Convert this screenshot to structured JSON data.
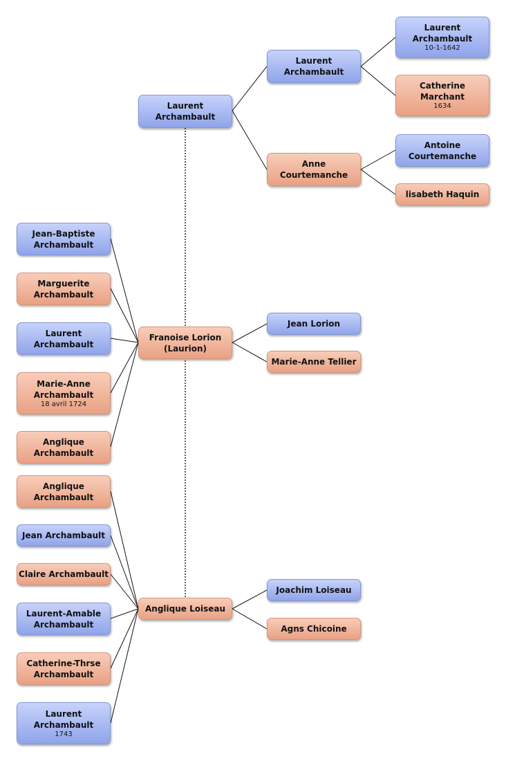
{
  "colors": {
    "male": "#9fb2f0",
    "female": "#efb296",
    "line": "#111111"
  },
  "tree": {
    "root": {
      "name": "Laurent\nArchambault",
      "sex": "m"
    },
    "father": {
      "name": "Laurent\nArchambault",
      "sex": "m"
    },
    "mother": {
      "name": "Anne\nCourtemanche",
      "sex": "f"
    },
    "paternal_grandfather": {
      "name": "Laurent\nArchambault",
      "date": "10-1-1642",
      "sex": "m"
    },
    "paternal_grandmother": {
      "name": "Catherine\nMarchant",
      "date": "1634",
      "sex": "f"
    },
    "maternal_grandfather": {
      "name": "Antoine\nCourtemanche",
      "sex": "m"
    },
    "maternal_grandmother": {
      "name": "lisabeth Haquin",
      "sex": "f"
    }
  },
  "spouse1": {
    "name": "Franoise Lorion\n(Laurion)",
    "sex": "f",
    "father": {
      "name": "Jean Lorion",
      "sex": "m"
    },
    "mother": {
      "name": "Marie-Anne Tellier",
      "sex": "f"
    },
    "children": [
      {
        "name": "Jean-Baptiste\nArchambault",
        "sex": "m"
      },
      {
        "name": "Marguerite\nArchambault",
        "sex": "f"
      },
      {
        "name": "Laurent\nArchambault",
        "sex": "m"
      },
      {
        "name": "Marie-Anne\nArchambault",
        "date": "18 avril 1724",
        "sex": "f"
      },
      {
        "name": "Anglique\nArchambault",
        "sex": "f"
      }
    ]
  },
  "spouse2": {
    "name": "Anglique Loiseau",
    "sex": "f",
    "father": {
      "name": "Joachim Loiseau",
      "sex": "m"
    },
    "mother": {
      "name": "Agns Chicoine",
      "sex": "f"
    },
    "children": [
      {
        "name": "Anglique\nArchambault",
        "sex": "f"
      },
      {
        "name": "Jean Archambault",
        "sex": "m"
      },
      {
        "name": "Claire Archambault",
        "sex": "f"
      },
      {
        "name": "Laurent-Amable\nArchambault",
        "sex": "m"
      },
      {
        "name": "Catherine-Thrse\nArchambault",
        "sex": "f"
      },
      {
        "name": "Laurent\nArchambault",
        "date": "1743",
        "sex": "m"
      }
    ]
  }
}
